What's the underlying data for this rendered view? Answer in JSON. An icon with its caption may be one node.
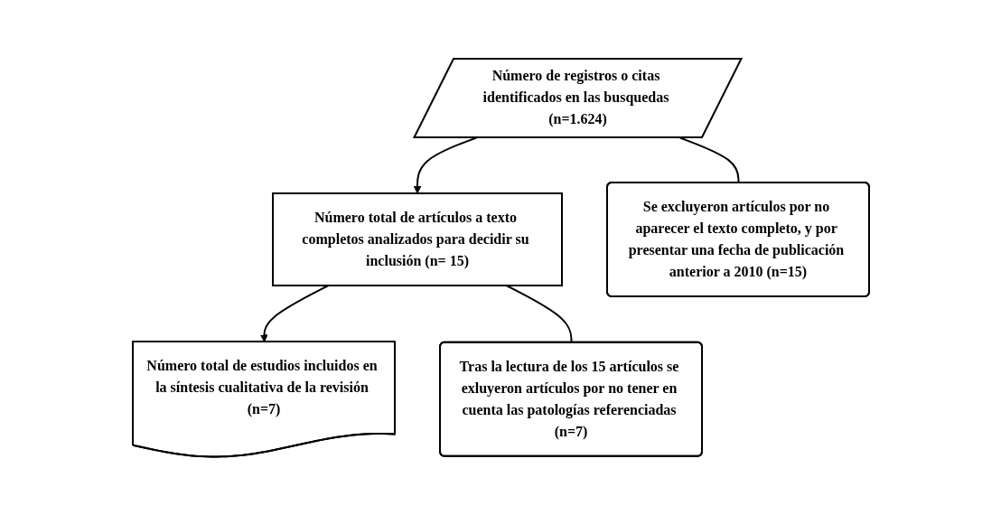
{
  "diagram": {
    "nodes": [
      {
        "text": [
          "Número de registros o citas identificados en las busquedas (n=1.624)"
        ]
      },
      {
        "text": [
          "Número total de artículos a texto completos analizados para decidir su inclusión (n= 15)"
        ]
      },
      {
        "text": [
          "Número total de estudios incluidos en la síntesis cualitativa de la revisión (n=7)"
        ]
      },
      {
        "text": [
          "Se excluyeron artículos por no aparecer el texto completo, y por presentar una fecha de publicación anterior a 2010 (n=15)"
        ]
      },
      {
        "text": [
          "Tras la lectura de los 15 artículos se exluyeron artículos por no tener en cuenta las patologías referenciadas (n=7)"
        ]
      }
    ],
    "edges": [
      {
        "from": 0,
        "to": 1,
        "arrow": "to"
      },
      {
        "from": 1,
        "to": 2,
        "arrow": "to"
      },
      {
        "from": 0,
        "to": 3,
        "arrow": "none"
      },
      {
        "from": 1,
        "to": 4,
        "arrow": "none"
      }
    ]
  }
}
